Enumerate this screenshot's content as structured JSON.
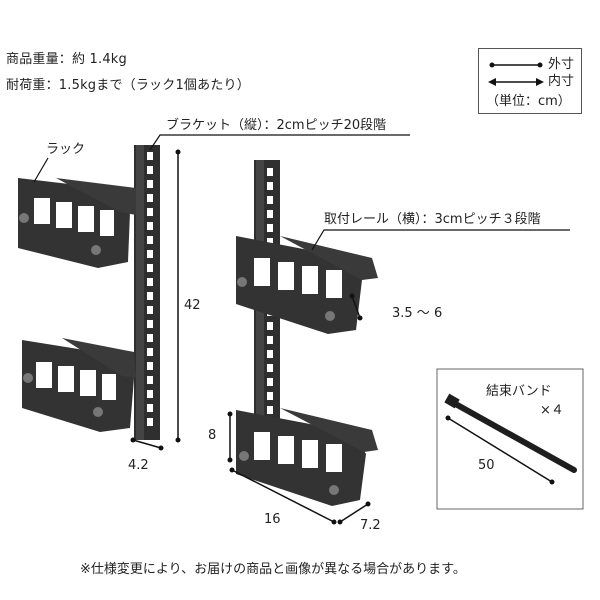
{
  "specs": {
    "weight": "商品重量：約 1.4kg",
    "load": "耐荷重：1.5kgまで（ラック1個あたり）"
  },
  "legend": {
    "outer": "外寸",
    "inner": "内寸",
    "unit": "（単位：cm）"
  },
  "labels": {
    "rack": "ラック",
    "bracket": "ブラケット（縦）：2cmピッチ20段階",
    "rail": "取付レール（横）：3cmピッチ３段階",
    "band": "結束バンド",
    "band_count": "×４"
  },
  "dimensions": {
    "height": "42",
    "bracket_width": "4.2",
    "rack_height": "8",
    "rack_width": "16",
    "rack_depth": "7.2",
    "depth_range": "3.5 ～ 6",
    "band_length": "50"
  },
  "footnote": "※仕様変更により、お届けの商品と画像が異なる場合があります。"
}
